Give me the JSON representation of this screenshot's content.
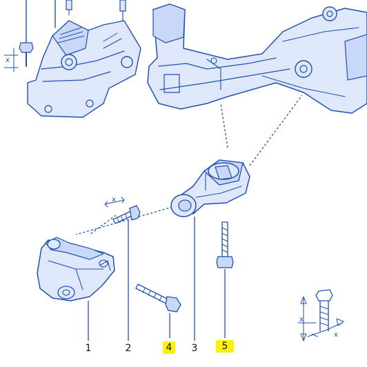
{
  "callouts": {
    "c1": "1",
    "c2": "2",
    "c4": "4",
    "c3": "3",
    "c5": "5"
  },
  "dimension_labels": {
    "x_top_left": "x",
    "x_bolt_2": "x",
    "x_bottom_right_a": "x",
    "x_bottom_right_b": "x"
  },
  "highlight_color": "#fff200",
  "line_color": "#1f4fb0"
}
